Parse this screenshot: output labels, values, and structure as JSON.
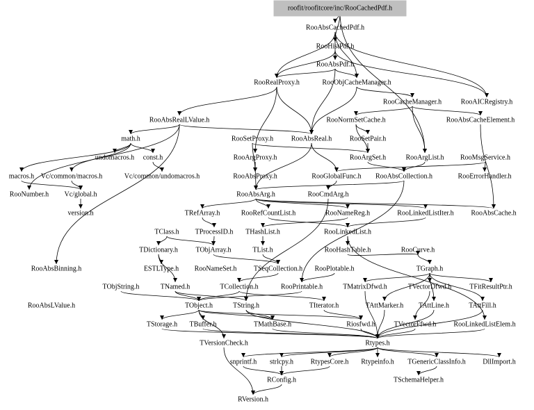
{
  "root": "roofit/roofitcore/inc/RooCachedPdf.h",
  "nodes": [
    {
      "id": "root",
      "label": "roofit/roofitcore/inc/RooCachedPdf.h"
    },
    {
      "id": "absCachedPdf",
      "label": "RooAbsCachedPdf.h"
    },
    {
      "id": "histPdf",
      "label": "RooHistPdf.h"
    },
    {
      "id": "absPdf",
      "label": "RooAbsPdf.h"
    },
    {
      "id": "realProxy",
      "label": "RooRealProxy.h"
    },
    {
      "id": "objCacheMgr",
      "label": "RooObjCacheManager.h"
    },
    {
      "id": "aiCRegistry",
      "label": "RooAICRegistry.h"
    },
    {
      "id": "cacheMgr",
      "label": "RooCacheManager.h"
    },
    {
      "id": "absRealLValue",
      "label": "RooAbsRealLValue.h"
    },
    {
      "id": "normSetCache",
      "label": "RooNormSetCache.h"
    },
    {
      "id": "absCacheElement",
      "label": "RooAbsCacheElement.h"
    },
    {
      "id": "math",
      "label": "math.h"
    },
    {
      "id": "setProxy",
      "label": "RooSetProxy.h"
    },
    {
      "id": "absReal",
      "label": "RooAbsReal.h"
    },
    {
      "id": "setPair",
      "label": "RooSetPair.h"
    },
    {
      "id": "undomacros",
      "label": "undomacros.h"
    },
    {
      "id": "constH",
      "label": "const.h"
    },
    {
      "id": "argProxy",
      "label": "RooArgProxy.h"
    },
    {
      "id": "argSet",
      "label": "RooArgSet.h"
    },
    {
      "id": "argList",
      "label": "RooArgList.h"
    },
    {
      "id": "msgService",
      "label": "RooMsgService.h"
    },
    {
      "id": "macros",
      "label": "macros.h"
    },
    {
      "id": "vcMacros",
      "label": "Vc/common/macros.h"
    },
    {
      "id": "vcUndomacros",
      "label": "Vc/common/undomacros.h"
    },
    {
      "id": "absProxy",
      "label": "RooAbsProxy.h"
    },
    {
      "id": "globalFunc",
      "label": "RooGlobalFunc.h"
    },
    {
      "id": "absCollection",
      "label": "RooAbsCollection.h"
    },
    {
      "id": "errorHandler",
      "label": "RooErrorHandler.h"
    },
    {
      "id": "number",
      "label": "RooNumber.h"
    },
    {
      "id": "vcGlobal",
      "label": "Vc/global.h"
    },
    {
      "id": "absArg",
      "label": "RooAbsArg.h"
    },
    {
      "id": "cmdArg",
      "label": "RooCmdArg.h"
    },
    {
      "id": "version",
      "label": "version.h"
    },
    {
      "id": "tRefArray",
      "label": "TRefArray.h"
    },
    {
      "id": "refCountList",
      "label": "RooRefCountList.h"
    },
    {
      "id": "nameReg",
      "label": "RooNameReg.h"
    },
    {
      "id": "linkedListIter",
      "label": "RooLinkedListIter.h"
    },
    {
      "id": "absCache",
      "label": "RooAbsCache.h"
    },
    {
      "id": "tClass",
      "label": "TClass.h"
    },
    {
      "id": "tProcessID",
      "label": "TProcessID.h"
    },
    {
      "id": "tHashList",
      "label": "THashList.h"
    },
    {
      "id": "linkedList",
      "label": "RooLinkedList.h"
    },
    {
      "id": "tDictionary",
      "label": "TDictionary.h"
    },
    {
      "id": "tObjArray",
      "label": "TObjArray.h"
    },
    {
      "id": "tList",
      "label": "TList.h"
    },
    {
      "id": "hashTable",
      "label": "RooHashTable.h"
    },
    {
      "id": "curve",
      "label": "RooCurve.h"
    },
    {
      "id": "estlType",
      "label": "ESTLType.h"
    },
    {
      "id": "absBinning",
      "label": "RooAbsBinning.h"
    },
    {
      "id": "nameSet",
      "label": "RooNameSet.h"
    },
    {
      "id": "tSeqCollection",
      "label": "TSeqCollection.h"
    },
    {
      "id": "plotable",
      "label": "RooPlotable.h"
    },
    {
      "id": "tGraph",
      "label": "TGraph.h"
    },
    {
      "id": "tObjString",
      "label": "TObjString.h"
    },
    {
      "id": "tNamed",
      "label": "TNamed.h"
    },
    {
      "id": "tCollection",
      "label": "TCollection.h"
    },
    {
      "id": "printable",
      "label": "RooPrintable.h"
    },
    {
      "id": "tMatrixDfwd",
      "label": "TMatrixDfwd.h"
    },
    {
      "id": "tVectorDfwd",
      "label": "TVectorDfwd.h"
    },
    {
      "id": "tFitResultPtr",
      "label": "TFitResultPtr.h"
    },
    {
      "id": "absLValue",
      "label": "RooAbsLValue.h"
    },
    {
      "id": "tObject",
      "label": "TObject.h"
    },
    {
      "id": "tString",
      "label": "TString.h"
    },
    {
      "id": "tIterator",
      "label": "TIterator.h"
    },
    {
      "id": "tAttMarker",
      "label": "TAttMarker.h"
    },
    {
      "id": "tAttLine",
      "label": "TAttLine.h"
    },
    {
      "id": "tAttFill",
      "label": "TAttFill.h"
    },
    {
      "id": "tStorage",
      "label": "TStorage.h"
    },
    {
      "id": "tBuffer",
      "label": "TBuffer.h"
    },
    {
      "id": "tMathBase",
      "label": "TMathBase.h"
    },
    {
      "id": "riosfwd",
      "label": "Riosfwd.h"
    },
    {
      "id": "tVectorFfwd",
      "label": "TVectorFfwd.h"
    },
    {
      "id": "linkedListElem",
      "label": "RooLinkedListElem.h"
    },
    {
      "id": "tVersionCheck",
      "label": "TVersionCheck.h"
    },
    {
      "id": "rtypes",
      "label": "Rtypes.h"
    },
    {
      "id": "snprintf",
      "label": "snprintf.h"
    },
    {
      "id": "strlcpy",
      "label": "strlcpy.h"
    },
    {
      "id": "rtypesCore",
      "label": "RtypesCore.h"
    },
    {
      "id": "rtypeinfo",
      "label": "Rtypeinfo.h"
    },
    {
      "id": "tGenericClassInfo",
      "label": "TGenericClassInfo.h"
    },
    {
      "id": "dllImport",
      "label": "DllImport.h"
    },
    {
      "id": "rConfig",
      "label": "RConfig.h"
    },
    {
      "id": "tSchemaHelper",
      "label": "TSchemaHelper.h"
    },
    {
      "id": "rVersion",
      "label": "RVersion.h"
    }
  ],
  "edges": [
    [
      "root",
      "absCachedPdf"
    ],
    [
      "root",
      "histPdf"
    ],
    [
      "root",
      "argList"
    ],
    [
      "absCachedPdf",
      "absPdf"
    ],
    [
      "absCachedPdf",
      "realProxy"
    ],
    [
      "absCachedPdf",
      "aiCRegistry"
    ],
    [
      "absCachedPdf",
      "objCacheMgr"
    ],
    [
      "histPdf",
      "absPdf"
    ],
    [
      "histPdf",
      "realProxy"
    ],
    [
      "histPdf",
      "aiCRegistry"
    ],
    [
      "absPdf",
      "absReal"
    ],
    [
      "absPdf",
      "realProxy"
    ],
    [
      "absPdf",
      "objCacheMgr"
    ],
    [
      "realProxy",
      "absRealLValue"
    ],
    [
      "realProxy",
      "absReal"
    ],
    [
      "realProxy",
      "argProxy"
    ],
    [
      "objCacheMgr",
      "cacheMgr"
    ],
    [
      "objCacheMgr",
      "absReal"
    ],
    [
      "cacheMgr",
      "normSetCache"
    ],
    [
      "cacheMgr",
      "absCacheElement"
    ],
    [
      "cacheMgr",
      "argList"
    ],
    [
      "absRealLValue",
      "math"
    ],
    [
      "absRealLValue",
      "absReal"
    ],
    [
      "absRealLValue",
      "number"
    ],
    [
      "absRealLValue",
      "absBinning"
    ],
    [
      "normSetCache",
      "setPair"
    ],
    [
      "normSetCache",
      "argSet"
    ],
    [
      "absCacheElement",
      "absCache"
    ],
    [
      "math",
      "undomacros"
    ],
    [
      "math",
      "constH"
    ],
    [
      "math",
      "macros"
    ],
    [
      "math",
      "vcMacros"
    ],
    [
      "constH",
      "vcUndomacros"
    ],
    [
      "vcMacros",
      "vcGlobal"
    ],
    [
      "macros",
      "vcGlobal"
    ],
    [
      "vcGlobal",
      "version"
    ],
    [
      "setProxy",
      "absProxy"
    ],
    [
      "setProxy",
      "argSet"
    ],
    [
      "absReal",
      "absArg"
    ],
    [
      "absReal",
      "globalFunc"
    ],
    [
      "setPair",
      "argSet"
    ],
    [
      "argProxy",
      "absProxy"
    ],
    [
      "argProxy",
      "absArg"
    ],
    [
      "argSet",
      "absCollection"
    ],
    [
      "argList",
      "absCollection"
    ],
    [
      "absCollection",
      "absArg"
    ],
    [
      "absCollection",
      "printable"
    ],
    [
      "msgService",
      "errorHandler"
    ],
    [
      "msgService",
      "globalFunc"
    ],
    [
      "globalFunc",
      "cmdArg"
    ],
    [
      "absArg",
      "tRefArray"
    ],
    [
      "absArg",
      "refCountList"
    ],
    [
      "absArg",
      "nameReg"
    ],
    [
      "absArg",
      "absCache"
    ],
    [
      "absArg",
      "linkedListIter"
    ],
    [
      "cmdArg",
      "tString"
    ],
    [
      "refCountList",
      "linkedList"
    ],
    [
      "nameReg",
      "tHashList"
    ],
    [
      "linkedListIter",
      "linkedList"
    ],
    [
      "linkedList",
      "hashTable"
    ],
    [
      "linkedList",
      "linkedListElem"
    ],
    [
      "tRefArray",
      "tProcessID"
    ],
    [
      "tProcessID",
      "tObjArray"
    ],
    [
      "tHashList",
      "tList"
    ],
    [
      "tList",
      "tSeqCollection"
    ],
    [
      "tObjArray",
      "tSeqCollection"
    ],
    [
      "tSeqCollection",
      "tCollection"
    ],
    [
      "tClass",
      "tDictionary"
    ],
    [
      "tClass",
      "tObjArray"
    ],
    [
      "tDictionary",
      "estlType"
    ],
    [
      "tDictionary",
      "tNamed"
    ],
    [
      "hashTable",
      "curve"
    ],
    [
      "curve",
      "tGraph"
    ],
    [
      "plotable",
      "printable"
    ],
    [
      "tGraph",
      "tMatrixDfwd"
    ],
    [
      "tGraph",
      "tVectorDfwd"
    ],
    [
      "tGraph",
      "tFitResultPtr"
    ],
    [
      "tGraph",
      "tAttMarker"
    ],
    [
      "tGraph",
      "tAttLine"
    ],
    [
      "tGraph",
      "tAttFill"
    ],
    [
      "tCollection",
      "tObject"
    ],
    [
      "tCollection",
      "tIterator"
    ],
    [
      "tNamed",
      "tObject"
    ],
    [
      "tNamed",
      "tString"
    ],
    [
      "printable",
      "tObject"
    ],
    [
      "tObjString",
      "tObject"
    ],
    [
      "tMatrixDfwd",
      "rtypes"
    ],
    [
      "tVectorDfwd",
      "tVectorFfwd"
    ],
    [
      "tObject",
      "tStorage"
    ],
    [
      "tObject",
      "tBuffer"
    ],
    [
      "tObject",
      "tMathBase"
    ],
    [
      "tObject",
      "riosfwd"
    ],
    [
      "tObject",
      "tVersionCheck"
    ],
    [
      "tString",
      "rtypes"
    ],
    [
      "tString",
      "tMathBase"
    ],
    [
      "tIterator",
      "riosfwd"
    ],
    [
      "tStorage",
      "rtypes"
    ],
    [
      "tBuffer",
      "rtypes"
    ],
    [
      "tMathBase",
      "rtypes"
    ],
    [
      "tVersionCheck",
      "rVersion"
    ],
    [
      "riosfwd",
      "rtypes"
    ],
    [
      "tVectorFfwd",
      "rtypes"
    ],
    [
      "linkedListElem",
      "rtypes"
    ],
    [
      "tAttMarker",
      "rtypes"
    ],
    [
      "tAttLine",
      "rtypes"
    ],
    [
      "tAttFill",
      "rtypes"
    ],
    [
      "rtypes",
      "snprintf"
    ],
    [
      "rtypes",
      "strlcpy"
    ],
    [
      "rtypes",
      "rtypesCore"
    ],
    [
      "rtypes",
      "rtypeinfo"
    ],
    [
      "rtypes",
      "tGenericClassInfo"
    ],
    [
      "rtypes",
      "dllImport"
    ],
    [
      "snprintf",
      "rConfig"
    ],
    [
      "strlcpy",
      "rConfig"
    ],
    [
      "rtypesCore",
      "rConfig"
    ],
    [
      "tGenericClassInfo",
      "tSchemaHelper"
    ],
    [
      "rConfig",
      "rVersion"
    ]
  ]
}
